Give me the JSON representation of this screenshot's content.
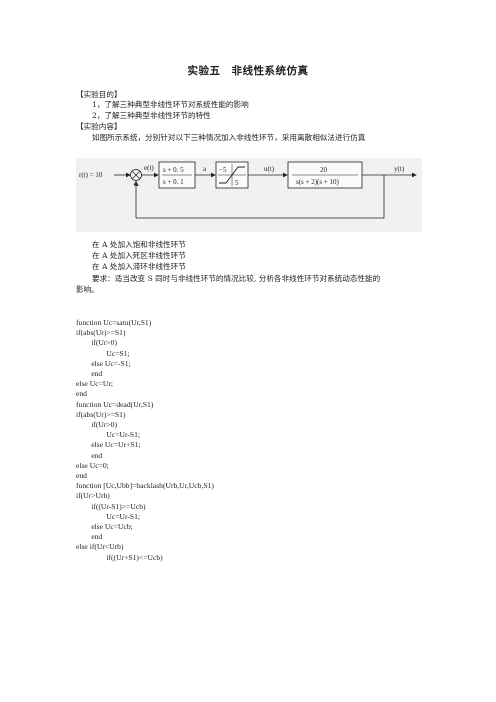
{
  "title": "实验五　非线性系统仿真",
  "sections": {
    "purpose_header": "【实验目的】",
    "purpose_items": [
      "1，了解三种典型非线性环节对系统性能的影响",
      "2，了解三种典型非线性环节的特性"
    ],
    "content_header": "【实验内容】",
    "content_intro": "如图所示系统，分别针对以下三种情况加入非线性环节，采用离散相似法进行仿真",
    "cases": [
      "在 A 处加入饱和非线性环节",
      "在 A 处加入死区非线性环节",
      "在 A 处加入滞环非线性环节"
    ],
    "requirement_line1": "要求：适当改变 S 同时与非线性环节的情况比较, 分析各非线性环节对系统动态性能的",
    "requirement_line2": "影响。"
  },
  "diagram": {
    "input_label": "r(t) = 10",
    "error_label": "e(t)",
    "block1_num": "s + 0. 5",
    "block1_den": "s + 0. 1",
    "point_a_label": "a",
    "nl_left": "−5",
    "nl_right": "5",
    "u_label": "u(t)",
    "plant_num": "20",
    "plant_den": "s(s + 2)(s + 10)",
    "output_label": "y(t)",
    "minus_sign": "−"
  },
  "code_lines": [
    "function Uc=satu(Ur,S1)",
    "if(abs(Ur)>=S1)",
    "        if(Ur>0)",
    "                Uc=S1;",
    "        else Uc=-S1;",
    "        end",
    "else Uc=Ur;",
    "end",
    "function Uc=dead(Ur,S1)",
    "if(abs(Ur)>=S1)",
    "        if(Ur>0)",
    "                Uc=Ur-S1;",
    "        else Uc=Ur+S1;",
    "        end",
    "else Uc=0;",
    "end",
    "function [Uc,Ubb]=backlash(Urb,Ur,Ucb,S1)",
    "if(Ur>Urb)",
    "        if((Ur-S1)>=Ucb)",
    "                Uc=Ur-S1;",
    "        else Uc=Ucb;",
    "        end",
    "else if(Ur<Urb)",
    "                if((Ur+S1)<=Ucb)"
  ]
}
